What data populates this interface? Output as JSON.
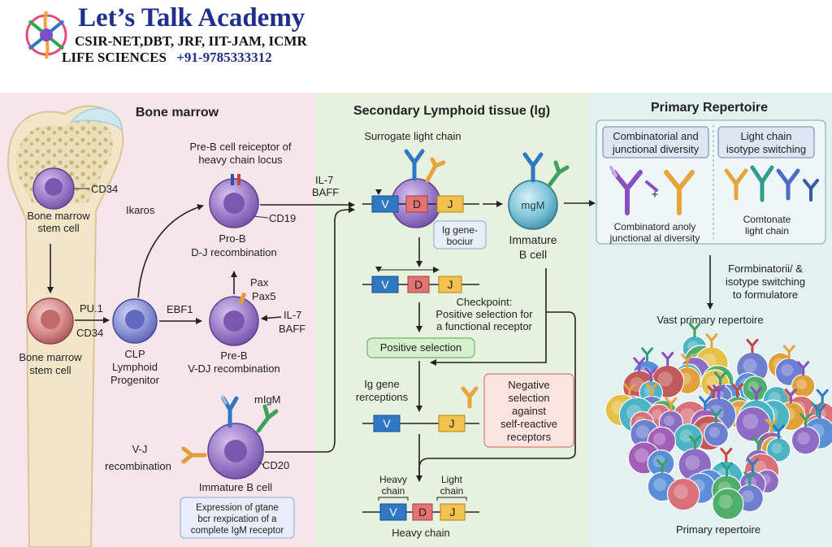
{
  "header": {
    "title": "Let’s Talk Academy",
    "subtitle": "CSIR-NET,DBT, JRF, IIT-JAM, ICMR",
    "line3_left": "LIFE SCIENCES",
    "phone": "+91-9785333312"
  },
  "panels": {
    "bone_marrow": {
      "title": "Bone marrow",
      "hsc_marker": "CD34",
      "hsc_label_1": "Bone marrow",
      "hsc_label_2": "stem cell",
      "stem_label_1": "Bone marrow",
      "stem_label_2": "stem cell",
      "pu1": "PU.1",
      "cd34": "CD34",
      "clp_1": "CLP",
      "clp_2": "Lymphoid",
      "clp_3": "Progenitor",
      "ikaros": "Ikaros",
      "ebf1": "EBF1",
      "prebcr_1": "Pre-B cell reiceptor of",
      "prebcr_2": "heavy chain locus",
      "cd19": "CD19",
      "prob_1": "Pro-B",
      "prob_2": "D-J recombination",
      "pax": "Pax",
      "pax5": "Pax5",
      "il7": "IL-7",
      "baff": "BAFF",
      "preb_1": "Pre-B",
      "preb_2": "V-DJ recombination",
      "migm": "mIgM",
      "vj_1": "V-J",
      "vj_2": "recombination",
      "cd20": "CD20",
      "immature": "Immature B cell",
      "expr_1": "Expression of gtane",
      "expr_2": "bcr rexpication of a",
      "expr_3": "complete IgM receptor"
    },
    "secondary": {
      "title": "Secondary Lymphoid tissue (lg)",
      "surrogate": "Surrogate light chain",
      "il7": "IL-7",
      "baff": "BAFF",
      "v": "V",
      "d": "D",
      "j": "J",
      "iggene_1": "Ig gene-",
      "iggene_2": "bociur",
      "mgm": "mgM",
      "immature_1": "Immature",
      "immature_2": "B cell",
      "check_1": "Checkpoint:",
      "check_2": "Positive selection for",
      "check_3": "a functional receptor",
      "positive": "Positive selection",
      "igrec_1": "Ig gene",
      "igrec_2": "rerceptions",
      "neg_1": "Negative",
      "neg_2": "selection",
      "neg_3": "against",
      "neg_4": "self-reactive",
      "neg_5": "receptors",
      "heavy_1": "Heavy",
      "heavy_2": "chain",
      "light_1": "Light",
      "light_2": "chain",
      "heavy_bottom": "Heavy chain"
    },
    "primary": {
      "title": "Primary Repertoire",
      "box1_1": "Combinatorial and",
      "box1_2": "junctional diversity",
      "box2_1": "Light chain",
      "box2_2": "isotype switching",
      "plus": "+",
      "comb_1": "Combinatord anoly",
      "comb_2": "junctional al diversity",
      "light_1": "Comtonate",
      "light_2": "light chain",
      "form_1": "Formbinatorii/ &",
      "form_2": "isotype switching",
      "form_3": "to formulatore",
      "vast": "Vast primary repertoire",
      "primary_bottom": "Primary repertoire"
    }
  },
  "colors": {
    "bone_panel": "#f6e6ec",
    "secondary_panel": "#e6f1e0",
    "primary_panel": "#e4f1f1",
    "v_segment": "#2f78c4",
    "d_segment": "#e57373",
    "j_segment": "#f2c14e",
    "brand_blue": "#1f2f8f"
  }
}
